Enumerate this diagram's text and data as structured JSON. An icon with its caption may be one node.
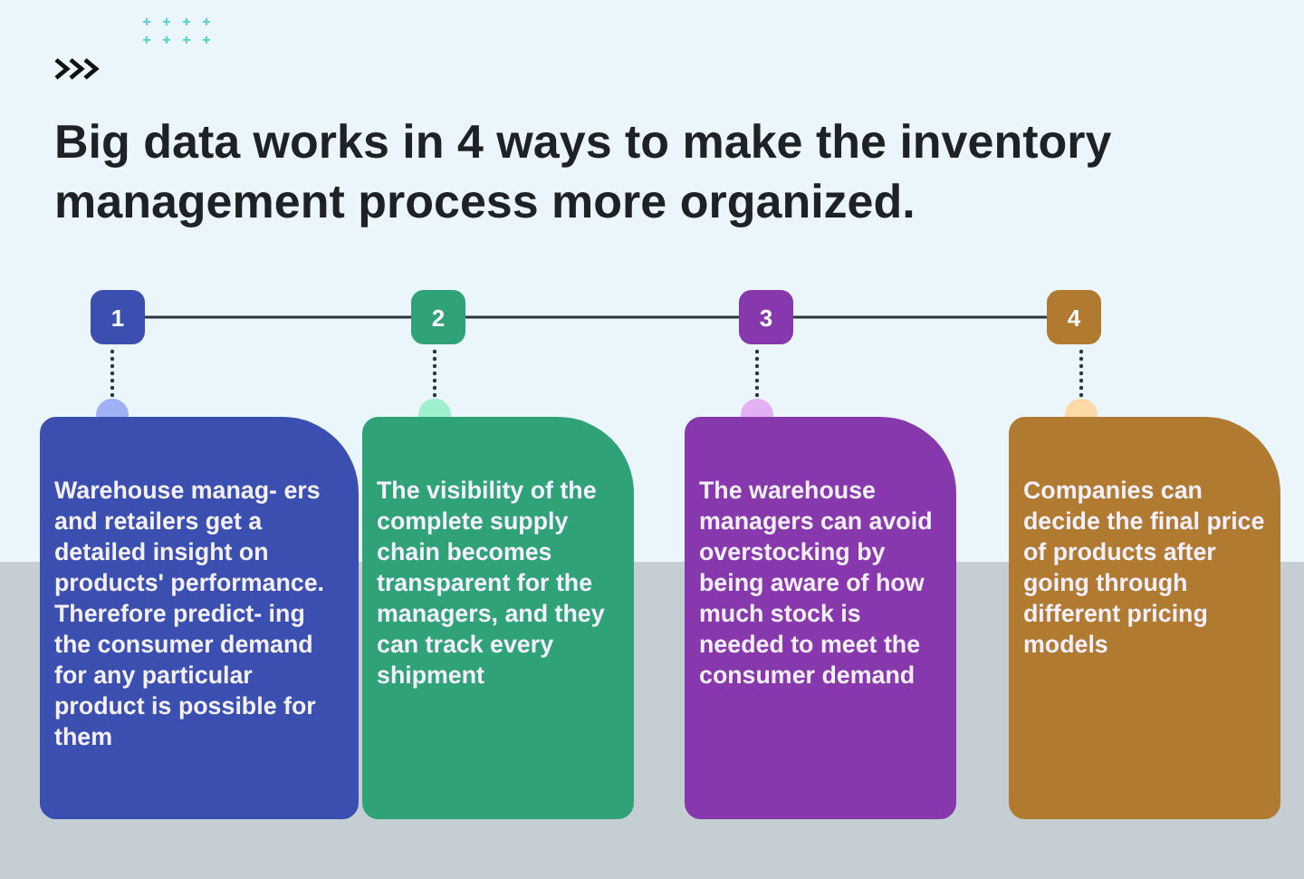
{
  "diagram": {
    "title": "Big data works in 4 ways to make the inventory management process more organized.",
    "nodes": [
      {
        "text": [
          "1"
        ]
      },
      {
        "text": [
          "2"
        ]
      },
      {
        "text": [
          "3"
        ]
      },
      {
        "text": [
          "4"
        ]
      },
      {
        "text": [
          "Warehouse manag- ers and retailers get a detailed insight on products' performance. Therefore predict- ing the consumer demand for any particular product is possible for them"
        ]
      },
      {
        "text": [
          "The visibility of the complete supply chain becomes transparent for the managers, and they can track every shipment"
        ]
      },
      {
        "text": [
          "The warehouse managers can avoid overstocking by being aware of how much stock is needed to meet the consumer demand"
        ]
      },
      {
        "text": [
          "Companies can decide the final price of products after going through different pricing models"
        ]
      }
    ],
    "edges": [
      {
        "from": 0,
        "to": 1,
        "arrow": "none"
      },
      {
        "from": 1,
        "to": 2,
        "arrow": "none"
      },
      {
        "from": 2,
        "to": 3,
        "arrow": "none"
      },
      {
        "from": 0,
        "to": 4,
        "arrow": "none",
        "style": "dashed"
      },
      {
        "from": 1,
        "to": 5,
        "arrow": "none",
        "style": "dashed"
      },
      {
        "from": 2,
        "to": 6,
        "arrow": "none",
        "style": "dashed"
      },
      {
        "from": 3,
        "to": 7,
        "arrow": "none",
        "style": "dashed"
      }
    ]
  }
}
